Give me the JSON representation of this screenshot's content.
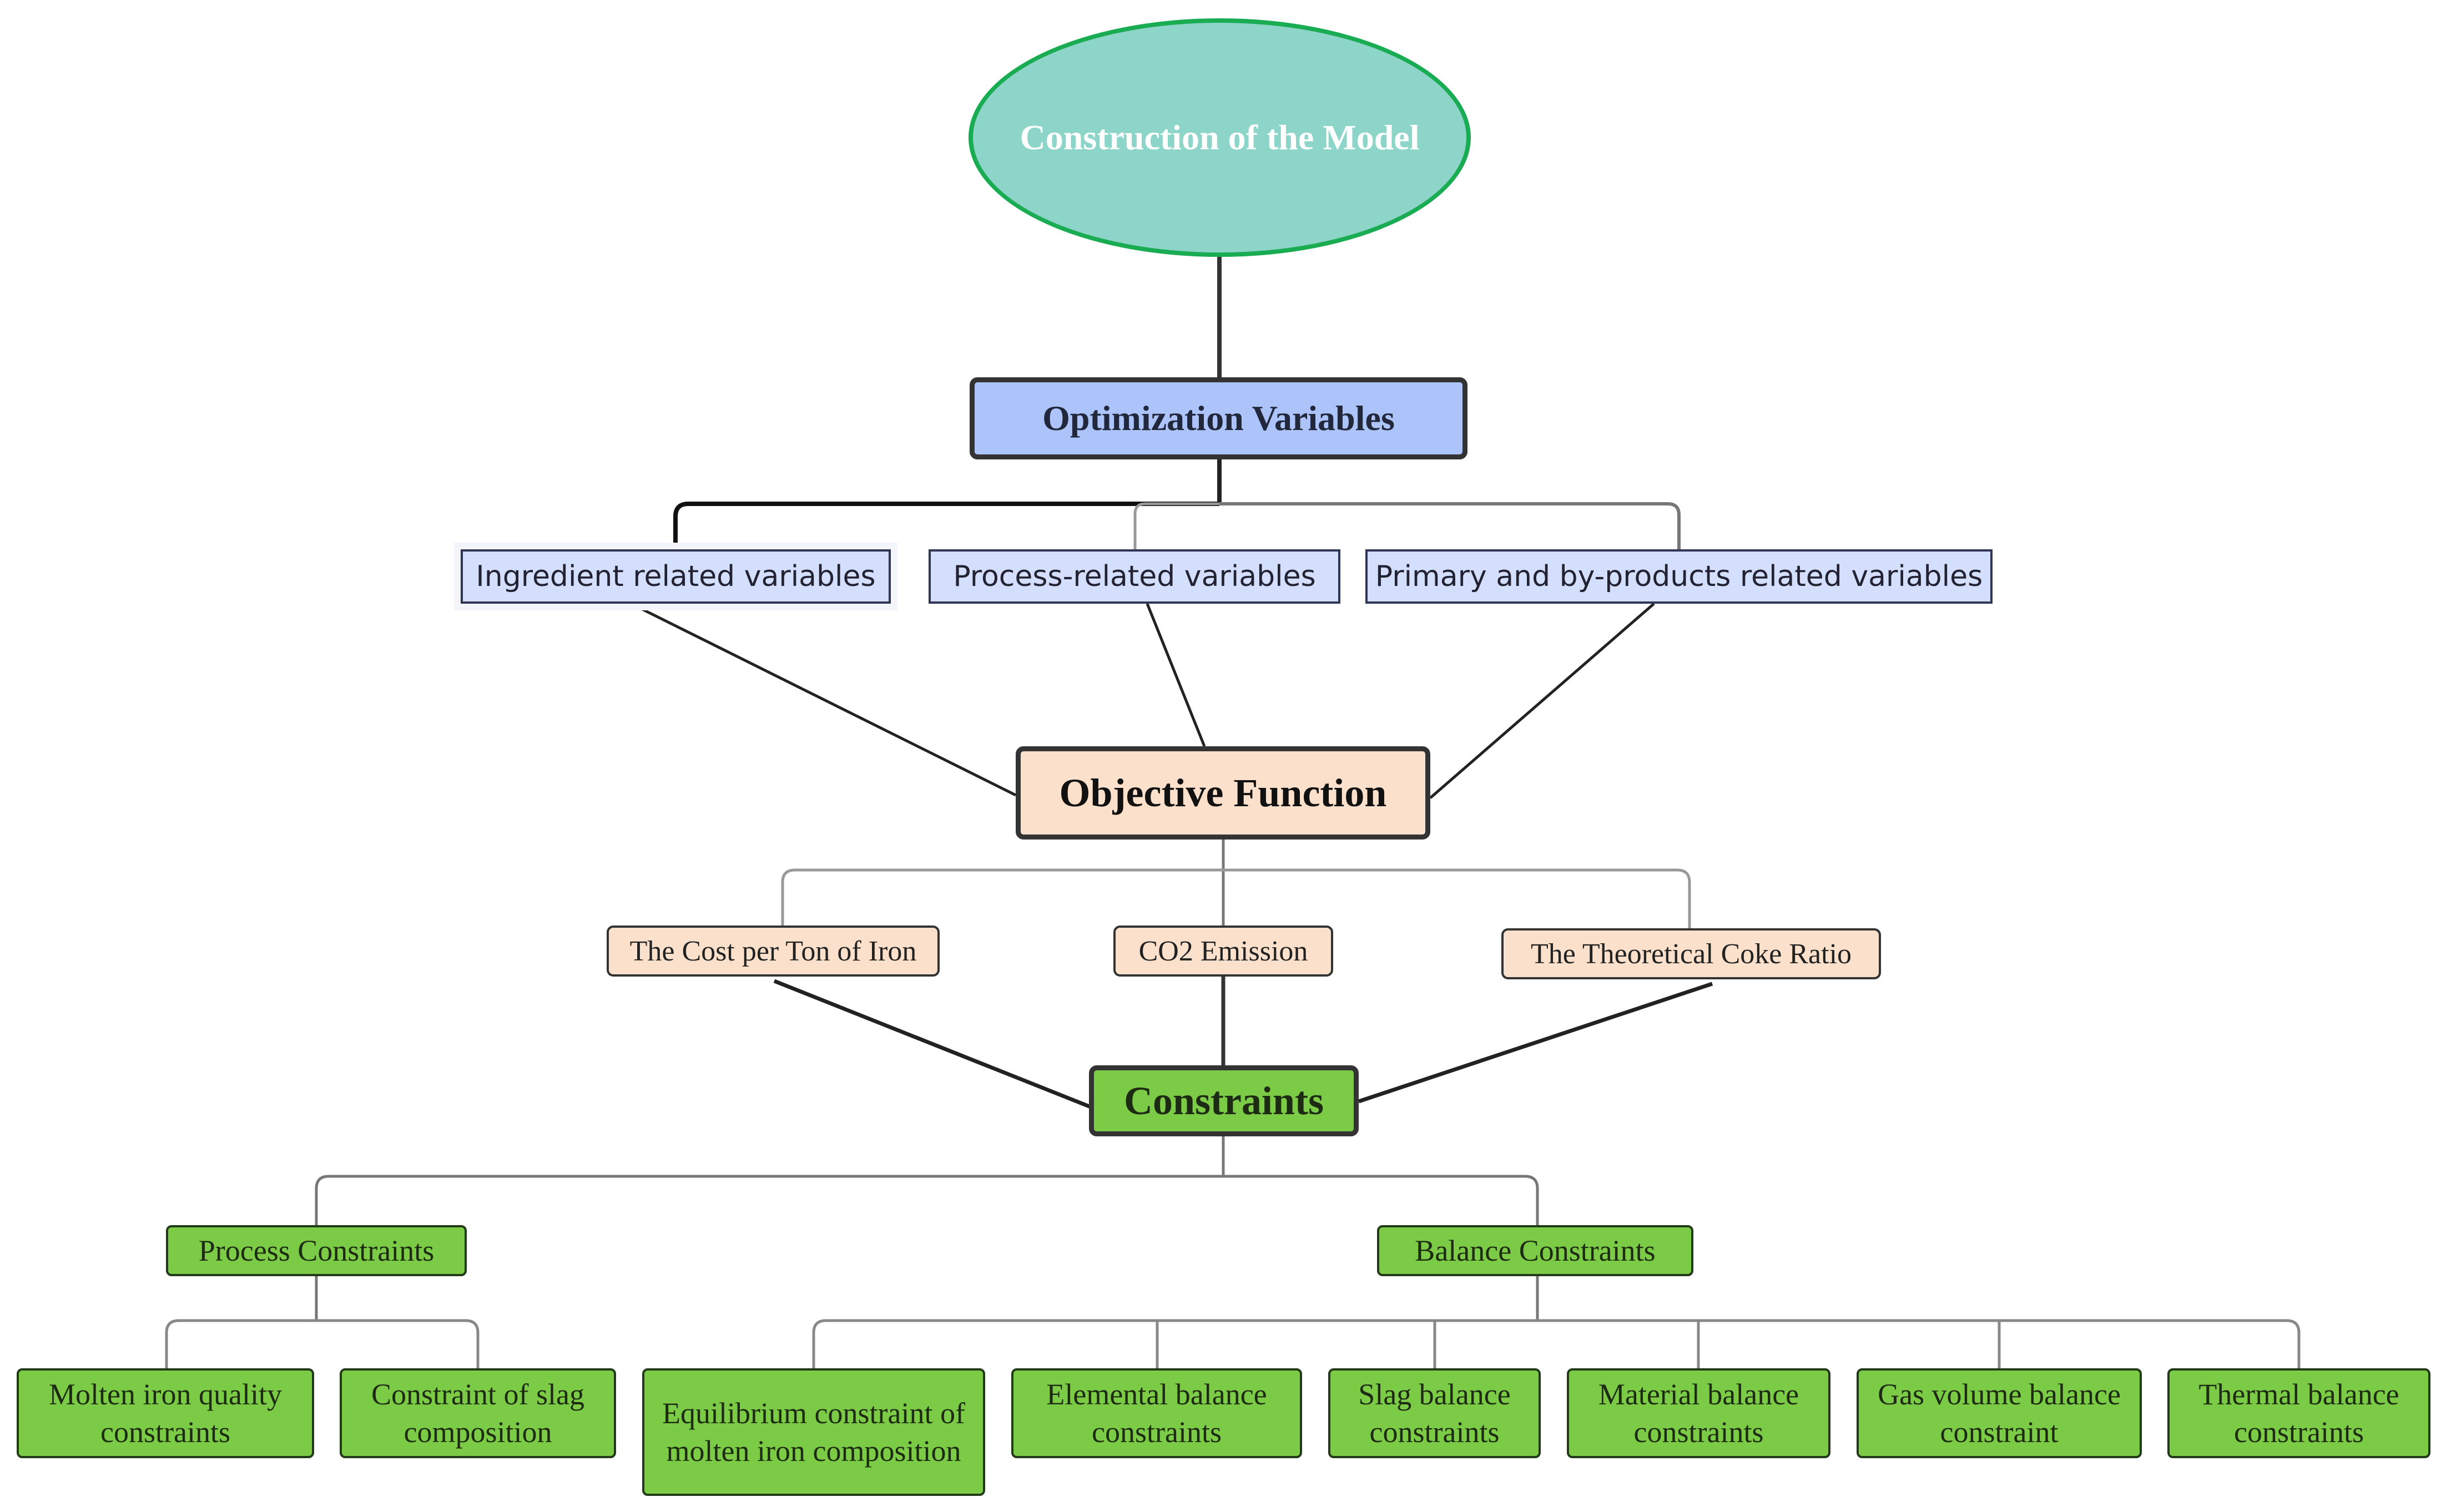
{
  "root": {
    "label": "Construction of the Model"
  },
  "optimization_variables": {
    "label": "Optimization Variables",
    "items": [
      "Ingredient related variables",
      "Process-related variables",
      "Primary and by-products related variables"
    ]
  },
  "objective_function": {
    "label": "Objective Function",
    "items": [
      "The Cost per Ton of Iron",
      "CO2 Emission",
      "The Theoretical Coke Ratio"
    ]
  },
  "constraints": {
    "label": "Constraints",
    "process": {
      "label": "Process Constraints",
      "items": [
        "Molten iron quality constraints",
        "Constraint of slag composition"
      ]
    },
    "balance": {
      "label": "Balance Constraints",
      "items": [
        "Equilibrium constraint of molten iron composition",
        "Elemental balance constraints",
        "Slag balance constraints",
        "Material balance constraints",
        "Gas volume balance constraint",
        "Thermal balance constraints"
      ]
    }
  }
}
